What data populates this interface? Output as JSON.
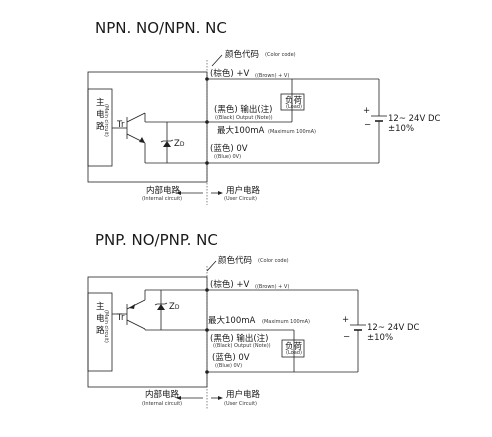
{
  "npn": {
    "title": "NPN. NO/NPN. NC",
    "color_code_zh": "颜色代码",
    "color_code_en": "(Color code)",
    "main_circuit_zh": "主电路",
    "main_circuit_en": "(Main circuit)",
    "transistor": "Tr",
    "zener": "ZD",
    "brown_zh": "(棕色) +V",
    "brown_en": "((Brown) + V)",
    "output_zh": "(黑色) 输出(注)",
    "output_en": "((Black) Output (Note))",
    "max_current": "最大100mA",
    "max_current_en": "(Maximum 100mA)",
    "blue_zh": "(蓝色) 0V",
    "blue_en": "((Blue) 0V)",
    "load_zh": "负荷",
    "load_en": "(Load)",
    "plus": "+",
    "minus": "−",
    "supply_voltage": "12~ 24V DC",
    "supply_tolerance": "±10%",
    "internal_zh": "内部电路",
    "internal_en": "(Internal circuit)",
    "user_zh": "用户电路",
    "user_en": "(User Circuit)"
  },
  "pnp": {
    "title": "PNP. NO/PNP. NC",
    "color_code_zh": "颜色代码",
    "color_code_en": "(Color code)",
    "main_circuit_zh": "主电路",
    "main_circuit_en": "(Main circuit)",
    "transistor": "Tr",
    "zener": "ZD",
    "brown_zh": "(棕色) +V",
    "brown_en": "((Brown) + V)",
    "max_current": "最大100mA",
    "max_current_en": "(Maximum 100mA)",
    "output_zh": "(黑色) 输出(注)",
    "output_en": "((Black) Output (Note))",
    "blue_zh": "(蓝色) 0V",
    "blue_en": "((Blue) 0V)",
    "load_zh": "负荷",
    "load_en": "(Load)",
    "plus": "+",
    "minus": "−",
    "supply_voltage": "12~ 24V DC",
    "supply_tolerance": "±10%",
    "internal_zh": "内部电路",
    "internal_en": "(Internal circuit)",
    "user_zh": "用户电路",
    "user_en": "(User Circuit)"
  }
}
